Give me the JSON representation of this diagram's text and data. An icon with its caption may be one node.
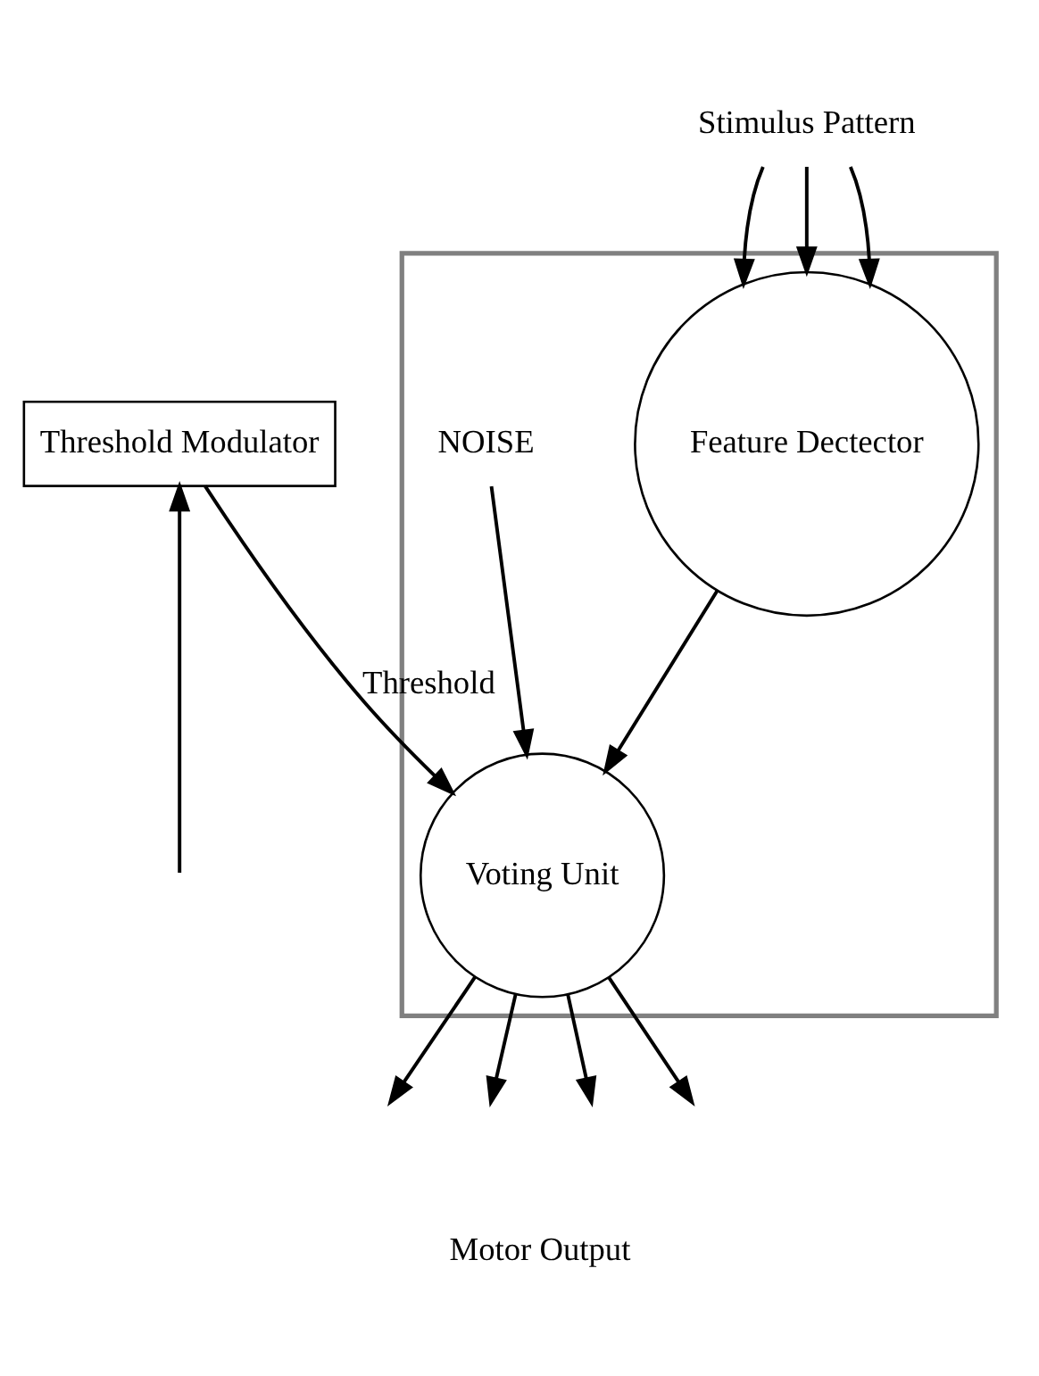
{
  "diagram": {
    "nodes": [
      {
        "text": [],
        "shape": "box"
      },
      {
        "text": [
          "Stimulus Pattern"
        ]
      },
      {
        "text": [
          "Feature Dectector"
        ],
        "in": 0
      },
      {
        "text": [
          "NOISE"
        ],
        "in": 0
      },
      {
        "text": [
          "Voting Unit"
        ],
        "in": 0
      },
      {
        "text": [
          "Threshold Modulator"
        ]
      }
    ],
    "edges": [
      {
        "from": 1,
        "to": 2,
        "arrow": "to"
      },
      {
        "from": 1,
        "to": 2,
        "arrow": "to"
      },
      {
        "from": 1,
        "to": 2,
        "arrow": "to"
      },
      {
        "from": 2,
        "to": 4,
        "arrow": "to"
      },
      {
        "from": 3,
        "to": 4,
        "arrow": "to"
      },
      {
        "from": 5,
        "to": 4,
        "arrow": "to",
        "label": "Threshold"
      },
      {
        "from": null,
        "to": 5,
        "arrow": "to"
      },
      {
        "from": 4,
        "to": null,
        "arrow": "to"
      },
      {
        "from": 4,
        "to": null,
        "arrow": "to"
      },
      {
        "from": 4,
        "to": null,
        "arrow": "to"
      },
      {
        "from": 4,
        "to": null,
        "arrow": "to"
      }
    ],
    "labels": [
      "Motor Output"
    ]
  }
}
